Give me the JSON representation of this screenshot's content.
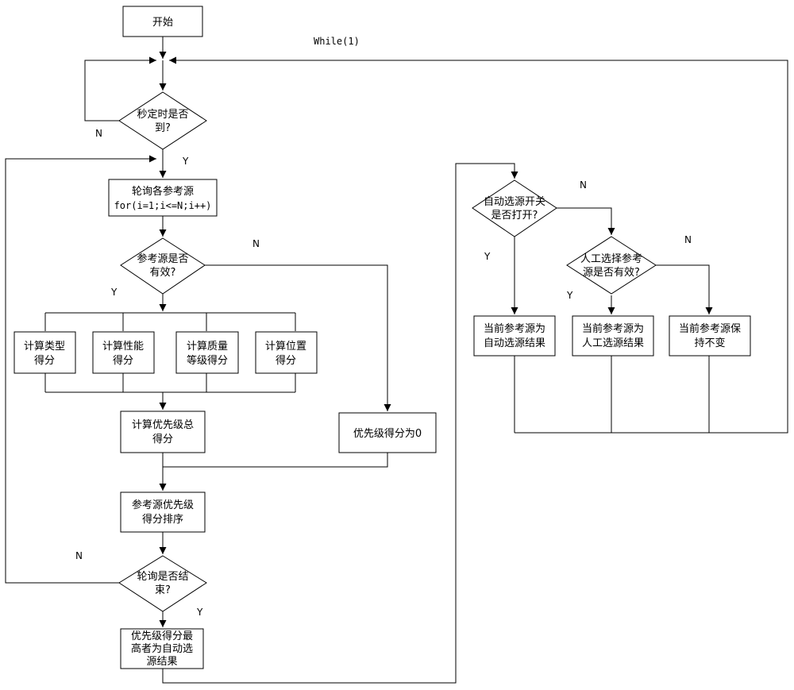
{
  "nodes": {
    "start": "开始",
    "while_label": "While(1)",
    "timer_check": [
      "秒定时是否",
      "到?"
    ],
    "poll_sources": [
      "轮询各参考源",
      "for(i=1;i<=N;i++)"
    ],
    "source_valid": [
      "参考源是否",
      "有效?"
    ],
    "calc_type": [
      "计算类型",
      "得分"
    ],
    "calc_perf": [
      "计算性能",
      "得分"
    ],
    "calc_quality": [
      "计算质量",
      "等级得分"
    ],
    "calc_position": [
      "计算位置",
      "得分"
    ],
    "calc_total": [
      "计算优先级总",
      "得分"
    ],
    "score_zero": "优先级得分为0",
    "sort_scores": [
      "参考源优先级",
      "得分排序"
    ],
    "poll_end": [
      "轮询是否结",
      "束?"
    ],
    "highest_auto": [
      "优先级得分最",
      "高者为自动选",
      "源结果"
    ],
    "auto_switch": [
      "自动选源开关",
      "是否打开?"
    ],
    "manual_valid": [
      "人工选择参考",
      "源是否有效?"
    ],
    "cur_auto": [
      "当前参考源为",
      "自动选源结果"
    ],
    "cur_manual": [
      "当前参考源为",
      "人工选源结果"
    ],
    "cur_keep": [
      "当前参考源保",
      "持不变"
    ]
  },
  "labels": {
    "timer_n": "N",
    "timer_y": "Y",
    "valid_n": "N",
    "valid_y": "Y",
    "end_n": "N",
    "end_y": "Y",
    "switch_n": "N",
    "switch_y": "Y",
    "manual_n": "N",
    "manual_y": "Y"
  }
}
